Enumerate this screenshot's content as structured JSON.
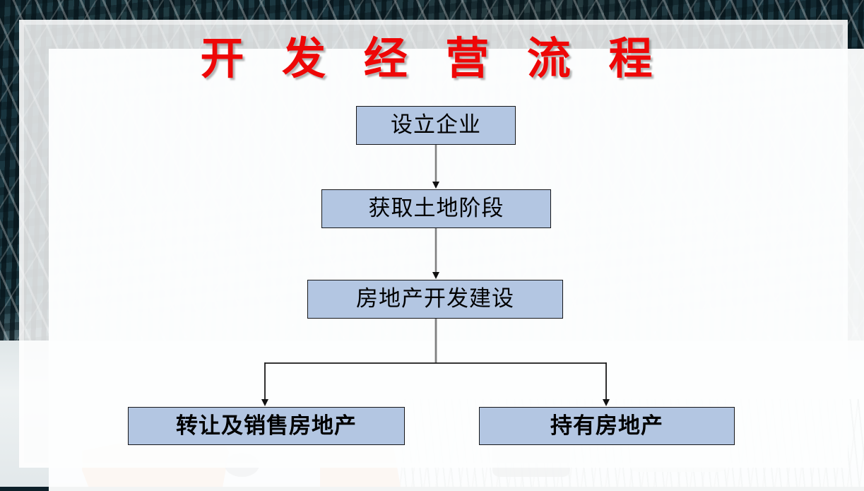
{
  "slide": {
    "title": "开 发 经 营 流 程",
    "title_color": "#ee0707",
    "panel_background": "#fdfefe",
    "node_fill": "#b3c6e2",
    "node_border": "#16171a",
    "connector_line_color": "#808080",
    "connector_branch_color": "#1a1a1a",
    "background_scene": "snowy-trees-photo"
  },
  "flowchart": {
    "type": "flow-diagram",
    "nodes": [
      {
        "id": "node-0",
        "label": "设立企业",
        "bold": false
      },
      {
        "id": "node-1",
        "label": "获取土地阶段",
        "bold": false
      },
      {
        "id": "node-2",
        "label": "房地产开发建设",
        "bold": false
      },
      {
        "id": "node-3",
        "label": "转让及销售房地产",
        "bold": true
      },
      {
        "id": "node-4",
        "label": "持有房地产",
        "bold": true
      }
    ],
    "edges": [
      {
        "from": "node-0",
        "to": "node-1",
        "style": "straight-arrow"
      },
      {
        "from": "node-1",
        "to": "node-2",
        "style": "straight-arrow"
      },
      {
        "from": "node-2",
        "to": "node-3",
        "style": "branch-arrow"
      },
      {
        "from": "node-2",
        "to": "node-4",
        "style": "branch-arrow"
      }
    ]
  }
}
